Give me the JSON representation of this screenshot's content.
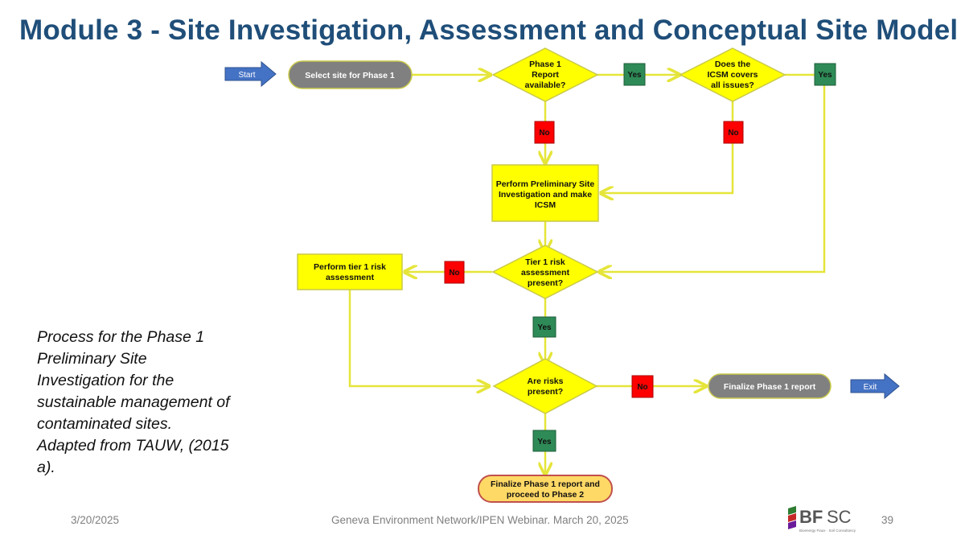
{
  "slide": {
    "title": "Module 3 - Site Investigation, Assessment and Conceptual Site Model",
    "caption": "Process for the Phase 1 Preliminary Site Investigation for the sustainable management of contaminated sites. Adapted from TAUW, (2015 a).",
    "footer_date": "3/20/2025",
    "footer_center": "Geneva Environment Network/IPEN Webinar. March 20, 2025",
    "page_number": "39"
  },
  "logo": {
    "text": "BF SC",
    "sub": "Bioenergy Fiaux · Soil Consultancy",
    "colors": [
      "#2e7d32",
      "#c62828",
      "#6a1b9a"
    ]
  },
  "flowchart": {
    "start_label": "Start",
    "exit_label": "Exit",
    "select_site": "Select site for Phase 1",
    "q_phase1": [
      "Phase 1",
      "Report",
      "available?"
    ],
    "q_icsm": [
      "Does the",
      "ICSM covers",
      "all issues?"
    ],
    "perform_prelim": [
      "Perform Preliminary Site",
      "Investigation and make",
      "ICSM"
    ],
    "q_tier1": [
      "Tier 1 risk",
      "assessment",
      "present?"
    ],
    "perform_tier1": [
      "Perform tier 1 risk",
      "assessment"
    ],
    "q_risks": [
      "Are risks",
      "present?"
    ],
    "finalize": "Finalize Phase 1 report",
    "finalize_proceed": [
      "Finalize Phase 1 report and",
      "proceed to Phase 2"
    ],
    "yes": "Yes",
    "no": "No"
  },
  "colors": {
    "title": "#1f4e79",
    "diamond": "#ffff00",
    "yes": "#2e8b57",
    "no": "#ff0000",
    "arrow": "#e5e53a",
    "blue_arrow": "#4472c4",
    "terminal_gray": "#808080",
    "final": "#ffd966"
  }
}
